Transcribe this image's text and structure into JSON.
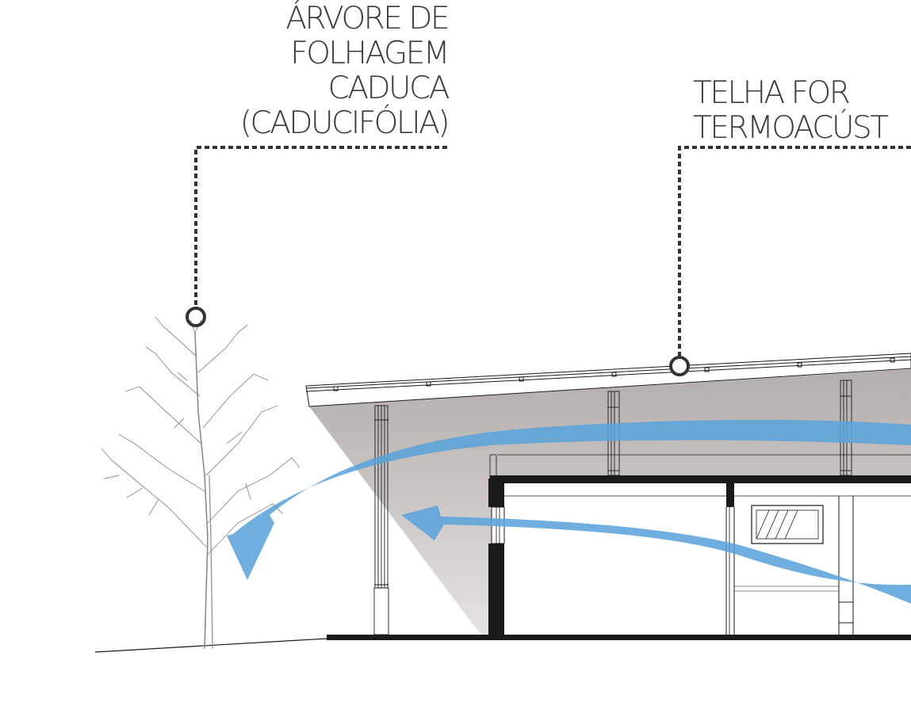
{
  "annotations": {
    "tree": {
      "lines": [
        "ÁRVORE DE",
        "FOLHAGEM",
        "CADUCA",
        "(CADUCIFÓLIA)"
      ]
    },
    "roof": {
      "lines": [
        "TELHA FOR",
        "TERMOACÚST"
      ]
    }
  },
  "colors": {
    "ink": "#1a1a1a",
    "label_text": "#3a3a3a",
    "leader_line": "#333333",
    "airflow": "#5ba3d9",
    "shadow_top": "#b3adab",
    "shadow_bottom": "#e6e3e2",
    "tree_branches": "#8a8a8a"
  }
}
